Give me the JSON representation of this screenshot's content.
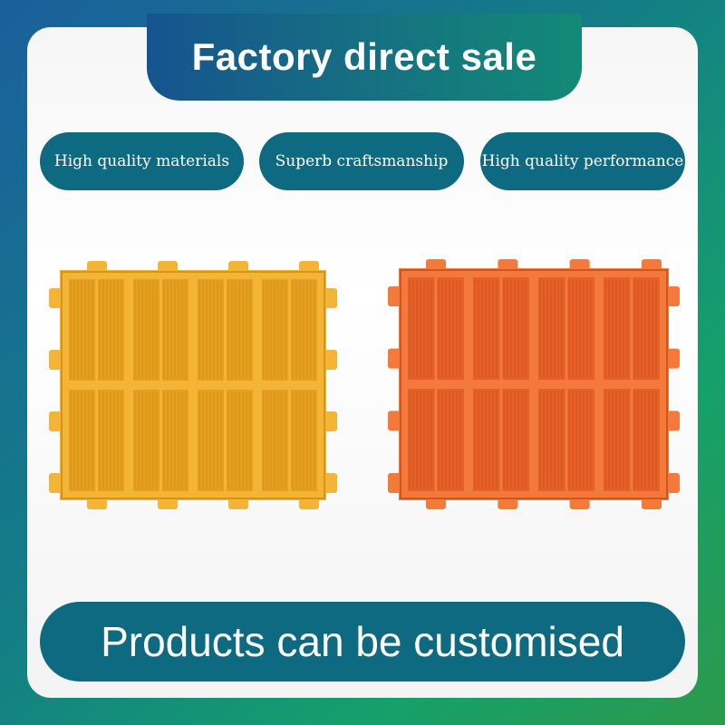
{
  "header": {
    "title": "Factory direct sale"
  },
  "features": [
    {
      "label": "High quality materials"
    },
    {
      "label": "Superb craftsmanship"
    },
    {
      "label": "High quality performance"
    }
  ],
  "footer": {
    "text": "Products can be customised"
  },
  "products": [
    {
      "name": "yellow-screen-panel",
      "color": "#f4b536",
      "rib_color": "#e6a020",
      "dark": "#d89318"
    },
    {
      "name": "orange-screen-panel",
      "color": "#f47a3c",
      "rib_color": "#e6612a",
      "dark": "#d4541f"
    }
  ],
  "theme": {
    "accent": "#0d6a80",
    "frame_start": "#1a5f9c",
    "frame_end": "#2c9a4c"
  }
}
